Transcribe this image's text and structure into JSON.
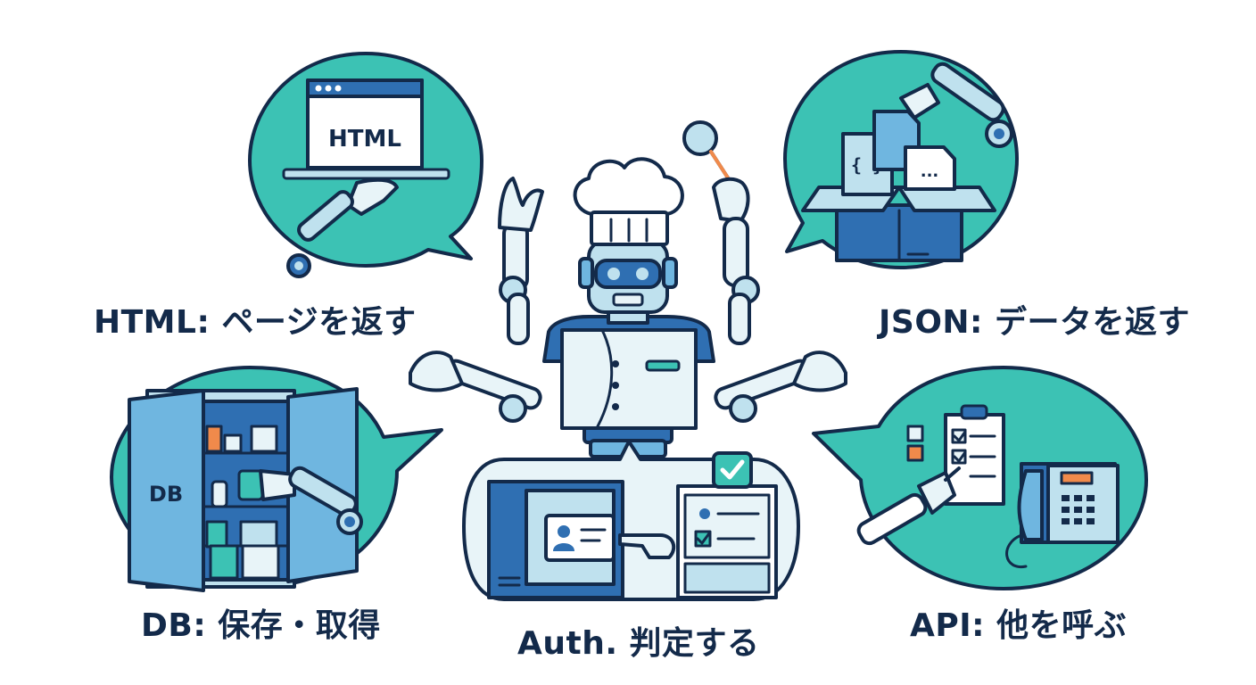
{
  "labels": {
    "html": "HTML: ページを返す",
    "json": "JSON: データを返す",
    "db": "DB: 保存・取得",
    "auth": "Auth. 判定する",
    "api": "API: 他を呼ぶ"
  },
  "bubbles": {
    "html_card_text": "HTML",
    "json_code_text": "{ }",
    "json_dots_text": "...",
    "db_cabinet_text": "DB"
  },
  "colors": {
    "teal": "#3cc2b4",
    "navy": "#132a4a",
    "blue": "#2f6fb2",
    "light_blue": "#bfe1ee",
    "pale": "#e8f4f8",
    "orange": "#f08a4b"
  },
  "icons": [
    "chef-hat-icon",
    "magnifier-icon",
    "browser-window-icon",
    "cardboard-box-icon",
    "cabinet-icon",
    "clipboard-checklist-icon",
    "desk-phone-icon",
    "id-card-icon",
    "checkmark-badge-icon"
  ]
}
